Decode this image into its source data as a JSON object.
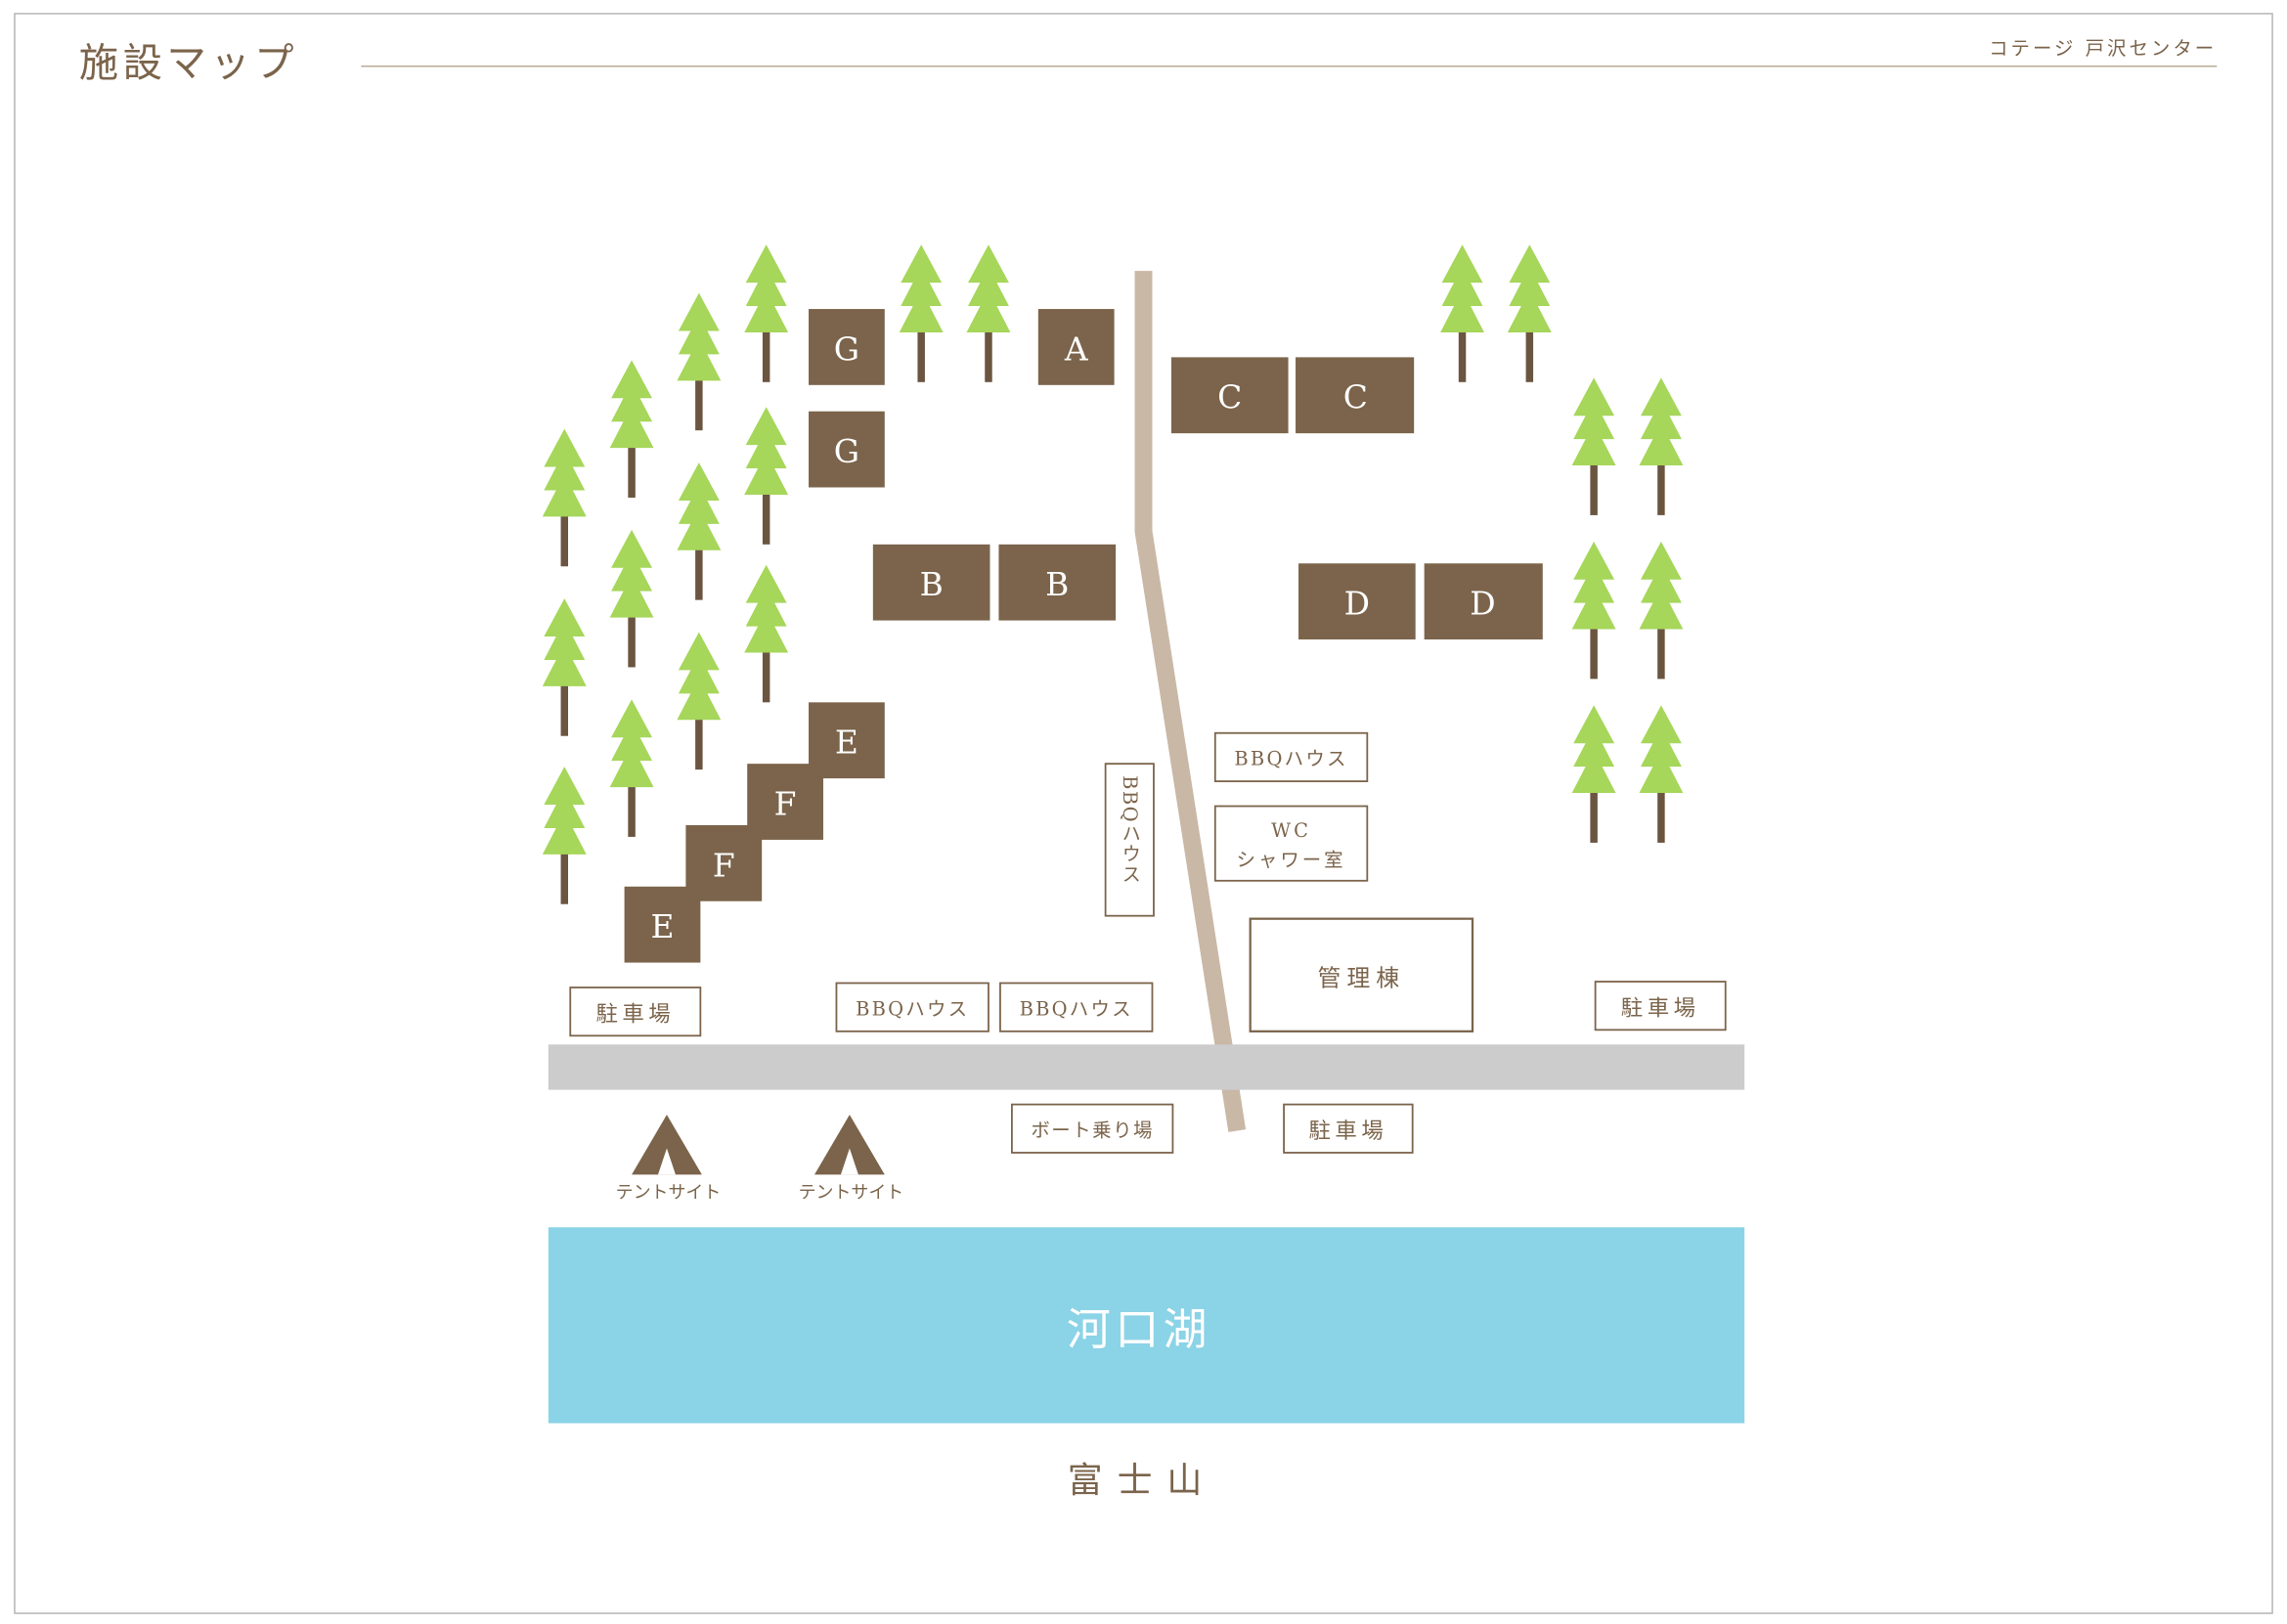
{
  "header": {
    "title": "施設マップ",
    "subtitle": "コテージ 戸沢センター"
  },
  "cottages": {
    "g1": "G",
    "g2": "G",
    "a": "A",
    "c1": "C",
    "c2": "C",
    "b1": "B",
    "b2": "B",
    "d1": "D",
    "d2": "D",
    "e1": "E",
    "f1": "F",
    "f2": "F",
    "e2": "E"
  },
  "facilities": {
    "bbq_vertical": "BBQハウス",
    "bbq_upper": "BBQハウス",
    "wc": "WC",
    "shower": "シャワー室",
    "office": "管理棟",
    "parking_left": "駐車場",
    "bbq_bottom_left": "BBQハウス",
    "bbq_bottom_right": "BBQハウス",
    "parking_right": "駐車場",
    "boat": "ボート乗り場",
    "parking_bottom": "駐車場"
  },
  "tents": {
    "tent1": "テントサイト",
    "tent2": "テントサイト"
  },
  "lake": "河口湖",
  "mountain": "富士山",
  "colors": {
    "cottage": "#7b644b",
    "tree": "#a6d65a",
    "trunk": "#6b5540",
    "lake": "#8bd3e6",
    "road": "#cccccc",
    "path": "#c9b8a6",
    "text": "#7b644b"
  }
}
